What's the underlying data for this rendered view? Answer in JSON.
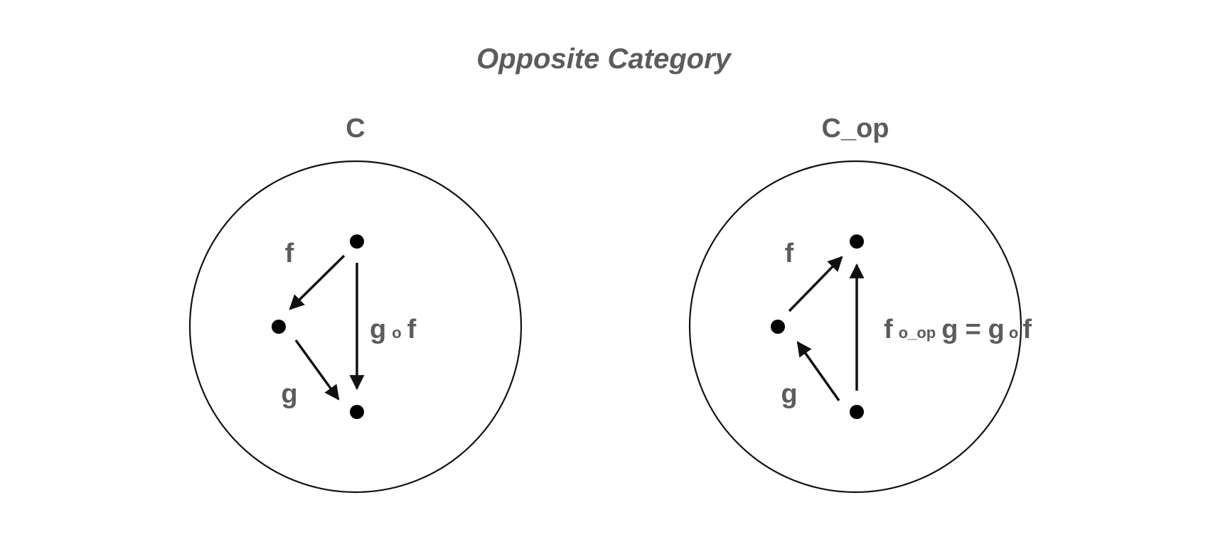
{
  "title": "Opposite Category",
  "categories": [
    {
      "label": "C",
      "morphisms": {
        "f": "f",
        "g": "g",
        "composite": {
          "left": "g",
          "op": "o",
          "right": "f"
        }
      }
    },
    {
      "label": "C_op",
      "morphisms": {
        "f": "f",
        "g": "g",
        "composite": {
          "lhs_left": "f",
          "lhs_op": "o_op",
          "lhs_right": "g",
          "equals": "=",
          "rhs_left": "g",
          "rhs_op": "o",
          "rhs_right": "f"
        }
      }
    }
  ],
  "colors": {
    "text": "#5c5c5c",
    "stroke": "#111111"
  }
}
